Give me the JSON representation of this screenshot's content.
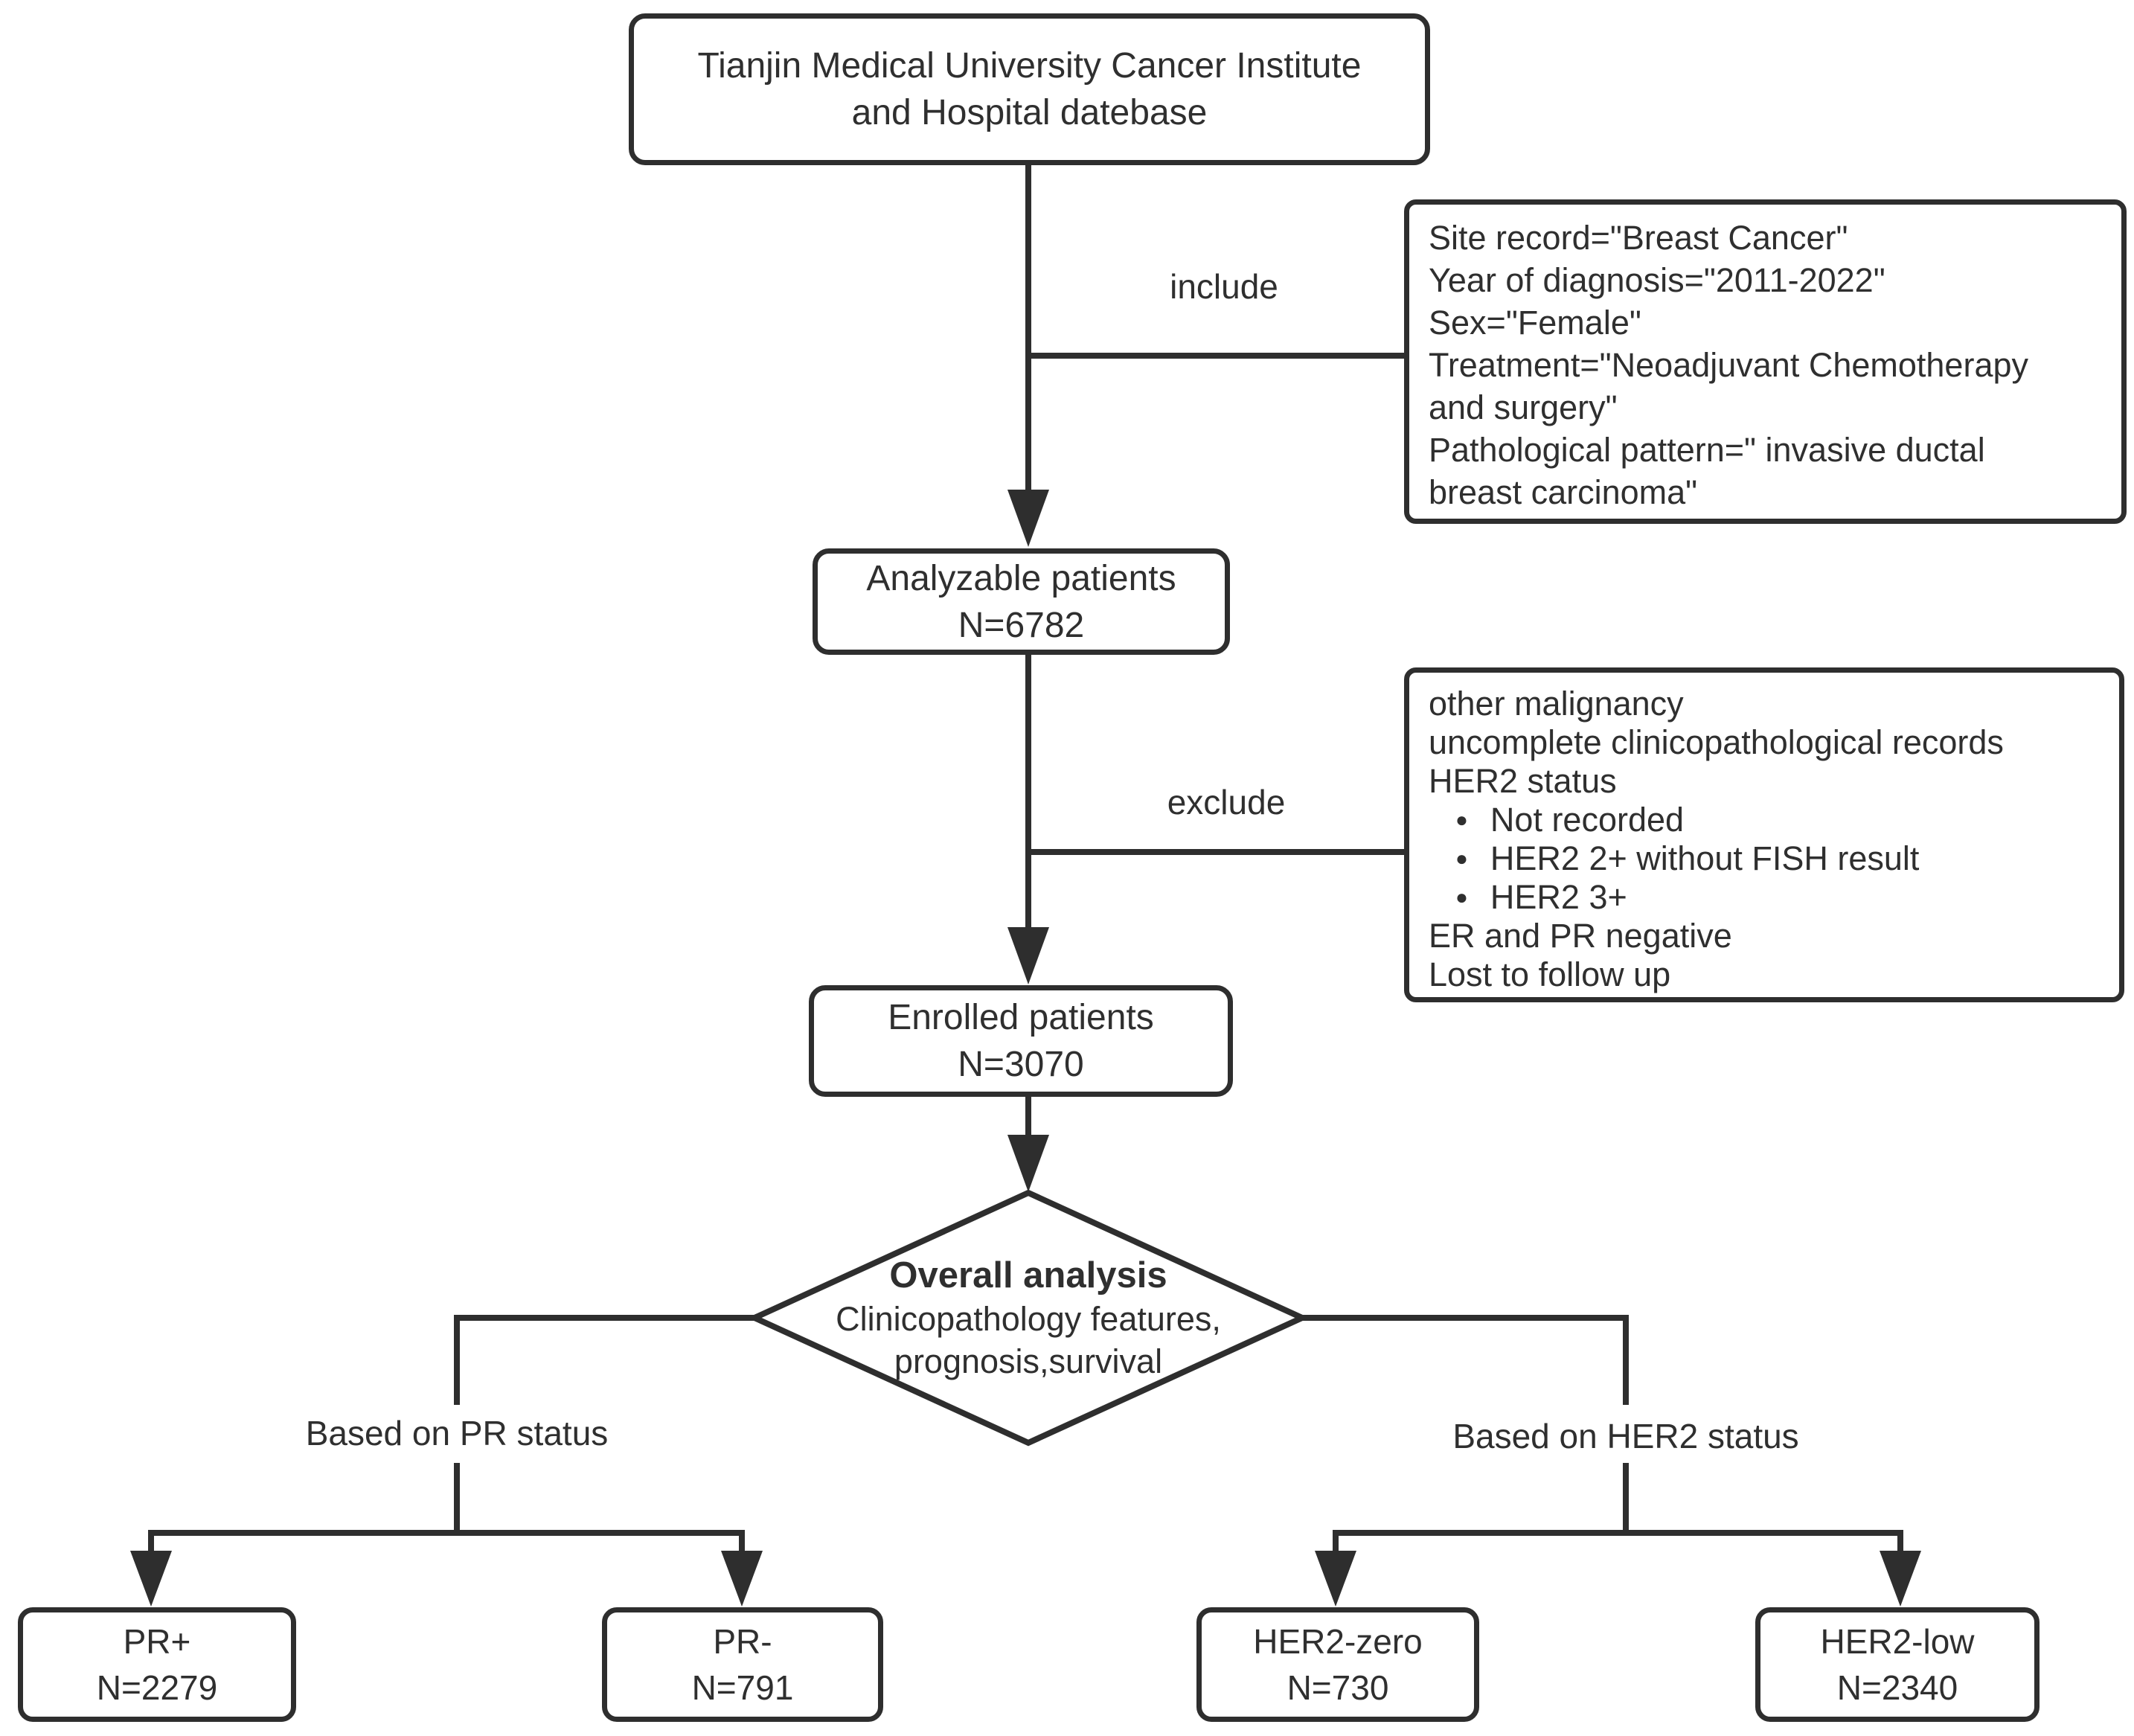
{
  "colors": {
    "line": "#2e2e2e",
    "text": "#2f2f2f",
    "background": "#ffffff"
  },
  "icons": {
    "bullet": "●"
  },
  "flowchart": {
    "database_box": {
      "line1": "Tianjin Medical University Cancer Institute",
      "line2": "and Hospital datebase"
    },
    "include_label": "include",
    "include_box": {
      "lines": [
        "Site record=\"Breast Cancer\"",
        "Year of diagnosis=\"2011-2022\"",
        "Sex=\"Female\"",
        "Treatment=\"Neoadjuvant Chemotherapy",
        "and surgery\"",
        "Pathological pattern=\" invasive ductal",
        "breast carcinoma\""
      ]
    },
    "analyzable_box": {
      "title": "Analyzable patients",
      "count": "N=6782"
    },
    "exclude_label": "exclude",
    "exclude_box": {
      "lines": [
        "other malignancy",
        "uncomplete clinicopathological records",
        "HER2 status",
        "Not recorded",
        "HER2 2+ without FISH result",
        "HER2 3+",
        "ER and PR negative",
        "Lost to follow up"
      ]
    },
    "enrolled_box": {
      "title": "Enrolled patients",
      "count": "N=3070"
    },
    "diamond": {
      "title": "Overall analysis",
      "line2": "Clinicopathology features,",
      "line3": "prognosis,survival"
    },
    "pr_branch_label": "Based on PR status",
    "her2_branch_label": "Based on HER2 status",
    "leaf_boxes": [
      {
        "label": "PR+",
        "count": "N=2279"
      },
      {
        "label": "PR-",
        "count": "N=791"
      },
      {
        "label": "HER2-zero",
        "count": "N=730"
      },
      {
        "label": "HER2-low",
        "count": "N=2340"
      }
    ]
  }
}
